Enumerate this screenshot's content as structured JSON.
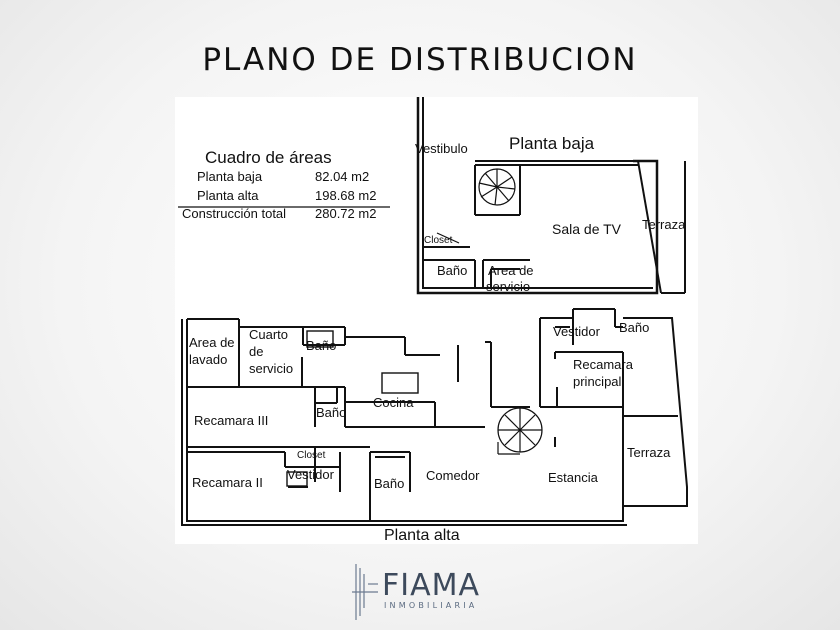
{
  "title": "PLANO DE DISTRIBUCION",
  "areas_table": {
    "heading": "Cuadro de áreas",
    "rows": [
      {
        "label": "Planta baja",
        "value": "82.04 m2"
      },
      {
        "label": "Planta alta",
        "value": "198.68 m2"
      },
      {
        "label": "Construcción total",
        "value": "280.72 m2"
      }
    ]
  },
  "ground_floor": {
    "label": "Planta baja",
    "rooms": {
      "vestibulo": "Vestibulo",
      "sala_tv": "Sala de TV",
      "terraza": "Terraza",
      "closet": "Closet",
      "bano": "Baño",
      "area_servicio_1": "Area de",
      "area_servicio_2": "servicio"
    }
  },
  "upper_floor": {
    "label": "Planta alta",
    "rooms": {
      "area_lavado_1": "Area de",
      "area_lavado_2": "lavado",
      "cuarto_servicio_1": "Cuarto",
      "cuarto_servicio_2": "de",
      "cuarto_servicio_3": "servicio",
      "bano_servicio": "Baño",
      "bano_recamara3": "Baño",
      "cocina": "Cocina",
      "recamara3": "Recamara III",
      "closet": "Closet",
      "vestidor_recamara2": "Vestidor",
      "recamara2": "Recamara II",
      "bano_recamara2": "Baño",
      "comedor": "Comedor",
      "estancia": "Estancia",
      "vestidor_principal": "Vestidor",
      "bano_principal": "Baño",
      "recamara_principal_1": "Recamara",
      "recamara_principal_2": "principal",
      "terraza": "Terraza"
    }
  },
  "logo": {
    "name": "FIAMA",
    "subtitle": "INMOBILIARIA"
  },
  "colors": {
    "ink": "#111111",
    "logo": "#3d4a5c"
  }
}
